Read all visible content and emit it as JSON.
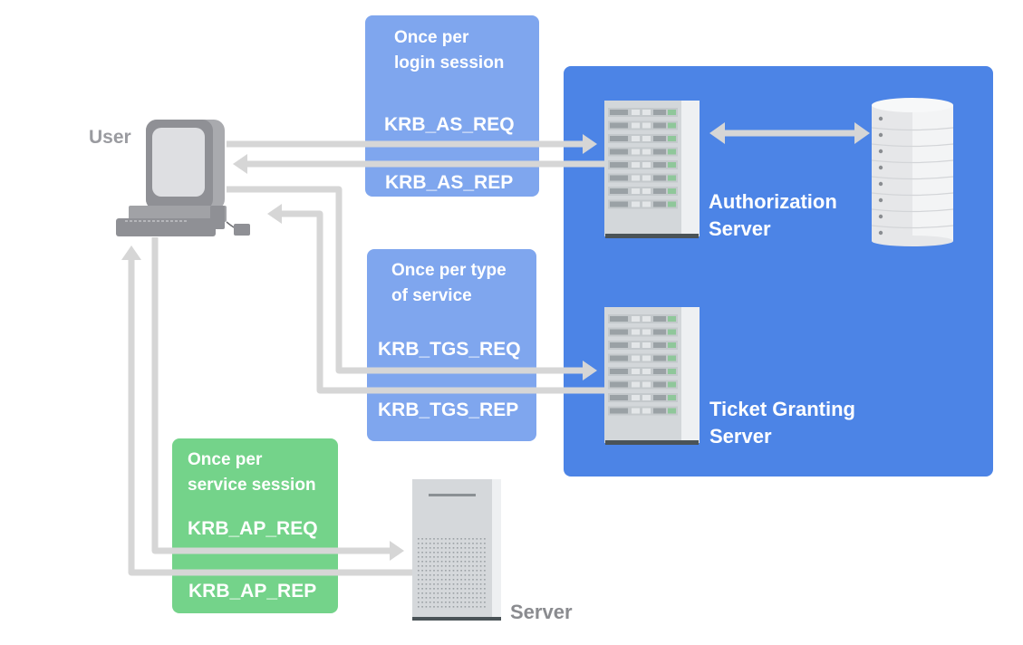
{
  "diagram": {
    "title": "Kerberos authentication flow",
    "colors": {
      "realm_blue": "#4c84e6",
      "exchange_blue": "#7fa6ee",
      "exchange_green": "#74d38a",
      "arrow_gray": "#d6d6d6",
      "label_gray": "#9a9ba0"
    },
    "actors": {
      "user": {
        "label": "User",
        "icon": "desktop-computer-icon"
      },
      "authorization_server": {
        "label_line1": "Authorization",
        "label_line2": "Server",
        "icon": "server-rack-icon"
      },
      "database": {
        "icon": "database-icon"
      },
      "ticket_granting_server": {
        "label_line1": "Ticket Granting",
        "label_line2": "Server",
        "icon": "server-rack-icon"
      },
      "service_server": {
        "label": "Server",
        "icon": "tower-server-icon"
      }
    },
    "exchanges": [
      {
        "note_line1": "Once per",
        "note_line2": "login session",
        "request": "KRB_AS_REQ",
        "reply": "KRB_AS_REP"
      },
      {
        "note_line1": "Once per type",
        "note_line2": "of service",
        "request": "KRB_TGS_REQ",
        "reply": "KRB_TGS_REP"
      },
      {
        "note_line1": "Once per",
        "note_line2": "service session",
        "request": "KRB_AP_REQ",
        "reply": "KRB_AP_REP"
      }
    ]
  }
}
